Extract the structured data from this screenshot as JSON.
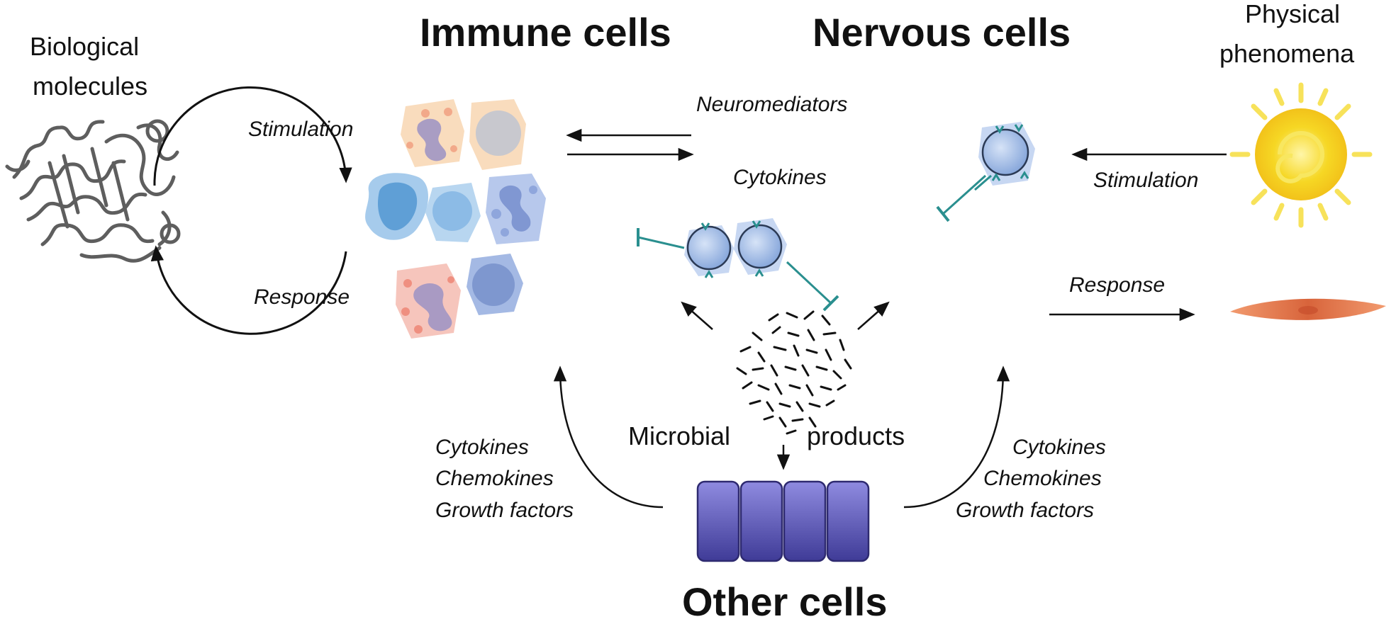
{
  "headings": {
    "immune": "Immune cells",
    "nervous": "Nervous cells",
    "other": "Other cells"
  },
  "labels": {
    "bio_line1": "Biological",
    "bio_line2": "molecules",
    "phys_line1": "Physical",
    "phys_line2": "phenomena",
    "microbial": "Microbial",
    "products": "products"
  },
  "arrows": {
    "stimulation_left": "Stimulation",
    "response_left": "Response",
    "neuromediators": "Neuromediators",
    "cytokines_mid": "Cytokines",
    "stimulation_right": "Stimulation",
    "response_right": "Response"
  },
  "factors_left": [
    "Cytokines",
    "Chemokines",
    "Growth factors"
  ],
  "factors_right": [
    "Cytokines",
    "Chemokines",
    "Growth factors"
  ],
  "colors": {
    "neuron_body": "#9fbbe6",
    "neuron_edge": "#2b3a55",
    "axon": "#2a8f8f",
    "sun": "#f4d31c",
    "sun_ray": "#f7e25a",
    "epithelial": "#5b57b3",
    "muscle_cell": "#e07a4e"
  }
}
